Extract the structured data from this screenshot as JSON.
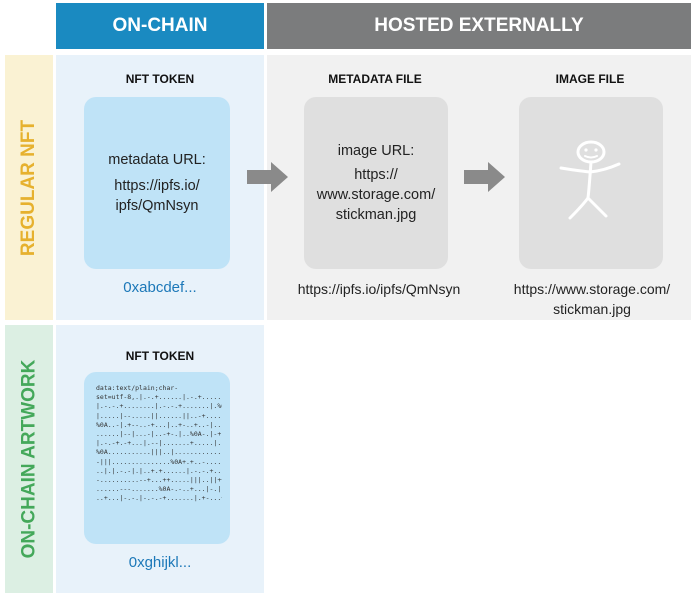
{
  "headers": {
    "on_chain": "ON-CHAIN",
    "hosted_externally": "HOSTED EXTERNALLY"
  },
  "rows": {
    "regular_nft": "REGULAR NFT",
    "on_chain_artwork": "ON-CHAIN ARTWORK"
  },
  "regular": {
    "token_label": "NFT TOKEN",
    "token_lines": [
      "metadata URL:",
      "https://ipfs.io/",
      "ipfs/QmNsyn"
    ],
    "token_address": "0xabcdef...",
    "metadata_label": "METADATA FILE",
    "metadata_lines": [
      "image URL:",
      "https://",
      "www.storage.com/",
      "stickman.jpg"
    ],
    "metadata_url": "https://ipfs.io/ipfs/QmNsyn",
    "image_label": "IMAGE FILE",
    "image_icon": "stickman-icon",
    "image_url_lines": [
      "https://www.storage.com/",
      "stickman.jpg"
    ]
  },
  "onchain": {
    "token_label": "NFT TOKEN",
    "token_data": "data:text/plain;char-\nset=utf-8,.|.-.+......|.-.+.......|.-.\n|.-.-.+........|.-.-.+.......|.%0A|......-\n|.....|--.....||......||..-+.......|.-+.......\n%0A..-|.+--..-+...|..+-..+..-|...-|.+-\n......|--|...-|..-+-.|..%0A-.|-+........\n|.-.-+.-+...|.--|.......+.....|.-.-..-+.\n%0A...........|||..|.............||||||..........|-\n-|||...............%0A+.+..-........|.+.+...\n..|.|.-.-|.|..+.+......|.-.-.+.......+.%0A.\n-..........--+...++.....|||..||++...++..\n......---.......%0A-.-..+...|-.|..+.+..\n..+...|-.-.|-.-.-+.......|.+-...+..%0A",
    "token_address": "0xghijkl..."
  },
  "colors": {
    "onchain_header": "#1a8ac1",
    "hosted_header": "#7b7c7d",
    "regular_label": "#e6b12e",
    "artwork_label": "#44a85a",
    "address": "#1c78b8",
    "arrow": "#8a8a8a"
  }
}
